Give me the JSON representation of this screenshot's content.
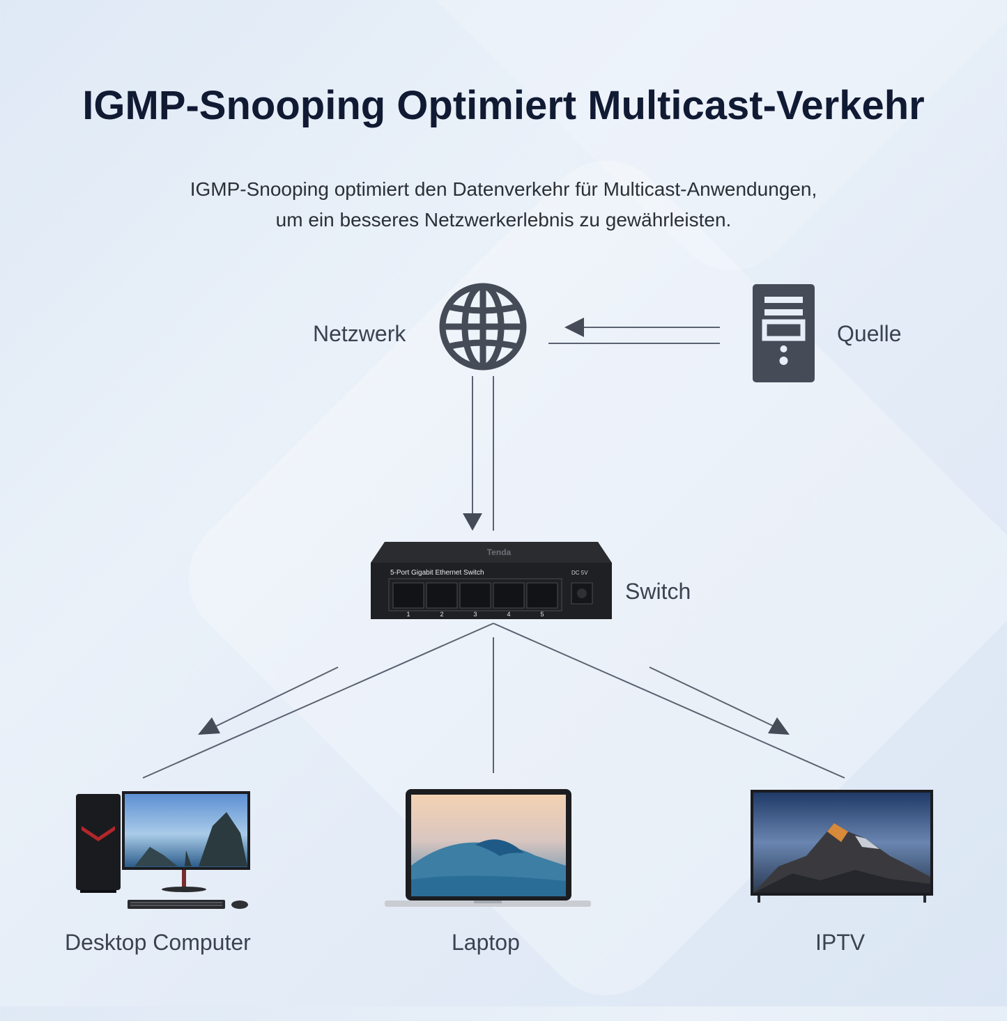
{
  "title": "IGMP-Snooping Optimiert Multicast-Verkehr",
  "subtitle": {
    "line1": "IGMP-Snooping optimiert den Datenverkehr für Multicast-Anwendungen,",
    "line2": "um ein besseres Netzwerkerlebnis zu gewährleisten."
  },
  "nodes": {
    "network": "Netzwerk",
    "source": "Quelle",
    "switch": "Switch",
    "desktop": "Desktop Computer",
    "laptop": "Laptop",
    "iptv": "IPTV"
  },
  "switch_device": {
    "model_text": "5-Port Gigabit Ethernet Switch",
    "brand": "Tenda",
    "power_label": "DC 5V",
    "ports": [
      "1",
      "2",
      "3",
      "4",
      "5"
    ]
  },
  "colors": {
    "icon": "#454b57",
    "lines": "#5a6170",
    "title": "#111a33"
  }
}
